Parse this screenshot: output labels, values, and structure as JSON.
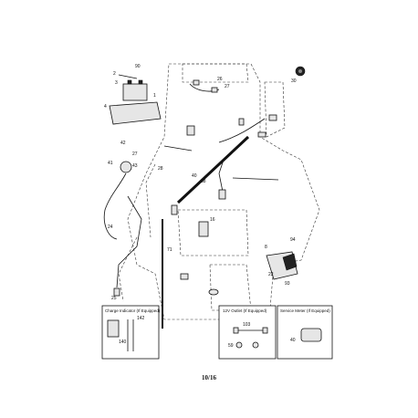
{
  "callouts": {
    "n1": "1",
    "n2": "2",
    "n3": "3",
    "n4": "4",
    "n8": "8",
    "n16": "16",
    "n22": "22",
    "n24": "24",
    "n25": "25",
    "n26": "26",
    "n27": "27",
    "n28": "28",
    "n30": "30",
    "n38": "38",
    "n40": "40",
    "n41": "41",
    "n42": "42",
    "n43": "43",
    "n59": "59",
    "n71": "71",
    "n90": "90",
    "n93": "93",
    "n94": "94",
    "n103": "103",
    "n140": "140",
    "n142": "142"
  },
  "insets": {
    "charge": {
      "title": "Charge Indicator (If Equipped)"
    },
    "outlet": {
      "title": "12V Outlet (If Equipped)"
    },
    "meter": {
      "title": "Service Meter (If Equipped)"
    }
  },
  "page_number": "10/16"
}
